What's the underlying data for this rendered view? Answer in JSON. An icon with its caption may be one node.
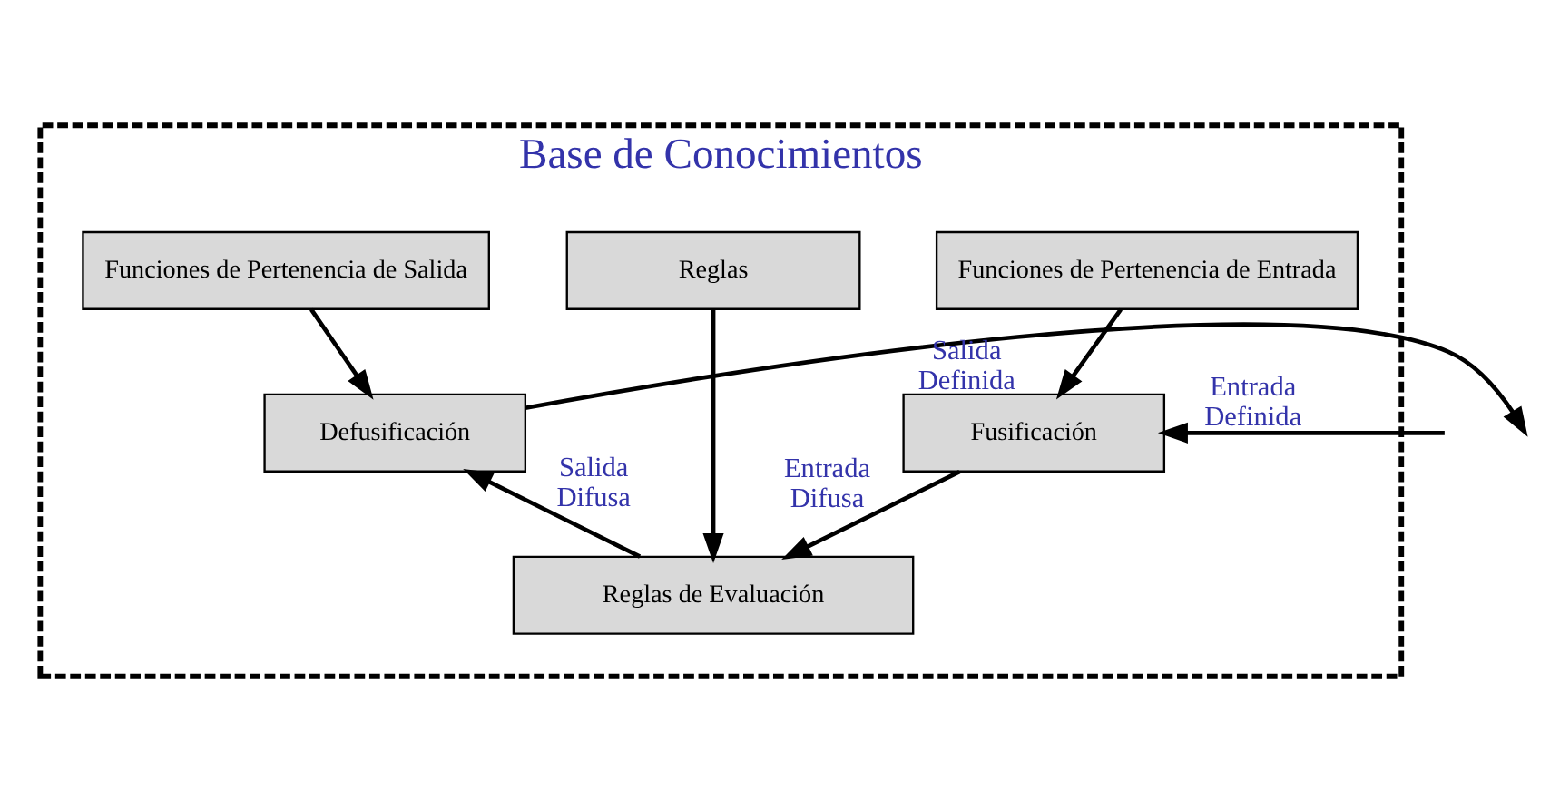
{
  "diagram": {
    "nodes": [
      {
        "text": [
          "Base de Conocimientos"
        ]
      },
      {
        "text": [
          "Funciones de Pertenencia de Entrada"
        ],
        "in": 0
      },
      {
        "text": [
          "Reglas"
        ],
        "in": 0
      },
      {
        "text": [
          "Funciones de Pertenencia de Salida"
        ],
        "in": 0
      },
      {
        "text": [
          "Fusificación"
        ],
        "in": 0
      },
      {
        "text": [
          "Defusificación"
        ],
        "in": 0
      },
      {
        "text": [
          "Reglas de Evaluación"
        ],
        "in": 0
      }
    ],
    "edges": [
      {
        "from": null,
        "to": 4,
        "arrow": "to",
        "label": "Entrada Definida"
      },
      {
        "from": 1,
        "to": 4,
        "arrow": "to"
      },
      {
        "from": 3,
        "to": 5,
        "arrow": "to"
      },
      {
        "from": 2,
        "to": 6,
        "arrow": "to"
      },
      {
        "from": 4,
        "to": 6,
        "arrow": "to",
        "label": "Entrada Difusa"
      },
      {
        "from": 6,
        "to": 5,
        "arrow": "to",
        "label": "Salida Difusa"
      },
      {
        "from": 5,
        "to": null,
        "arrow": "to",
        "label": "Salida Definida"
      }
    ]
  }
}
